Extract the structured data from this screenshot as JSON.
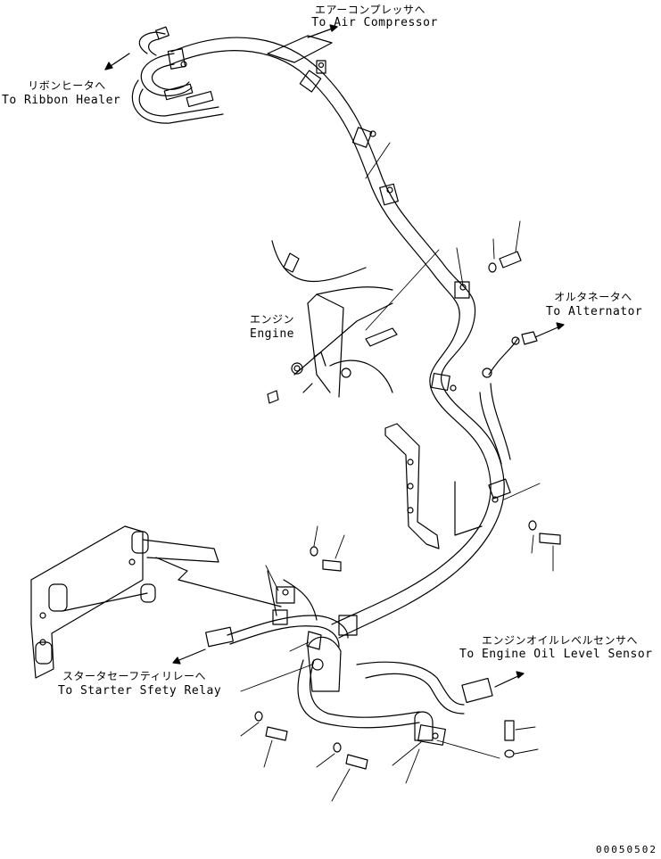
{
  "labels": {
    "air_compressor": {
      "jp": "エアーコンプレッサへ",
      "en": "To Air Compressor"
    },
    "ribbon_heater": {
      "jp": "リボンヒータへ",
      "en": "To Ribbon Healer"
    },
    "engine": {
      "jp": "エンジン",
      "en": "Engine"
    },
    "alternator": {
      "jp": "オルタネータへ",
      "en": "To Alternator"
    },
    "oil_level_sensor": {
      "jp": "エンジンオイルレベルセンサへ",
      "en": "To Engine Oil Level Sensor"
    },
    "starter_relay": {
      "jp": "スタータセーフティリレーへ",
      "en": "To Starter Sfety Relay"
    }
  },
  "drawing_id": "00050502"
}
